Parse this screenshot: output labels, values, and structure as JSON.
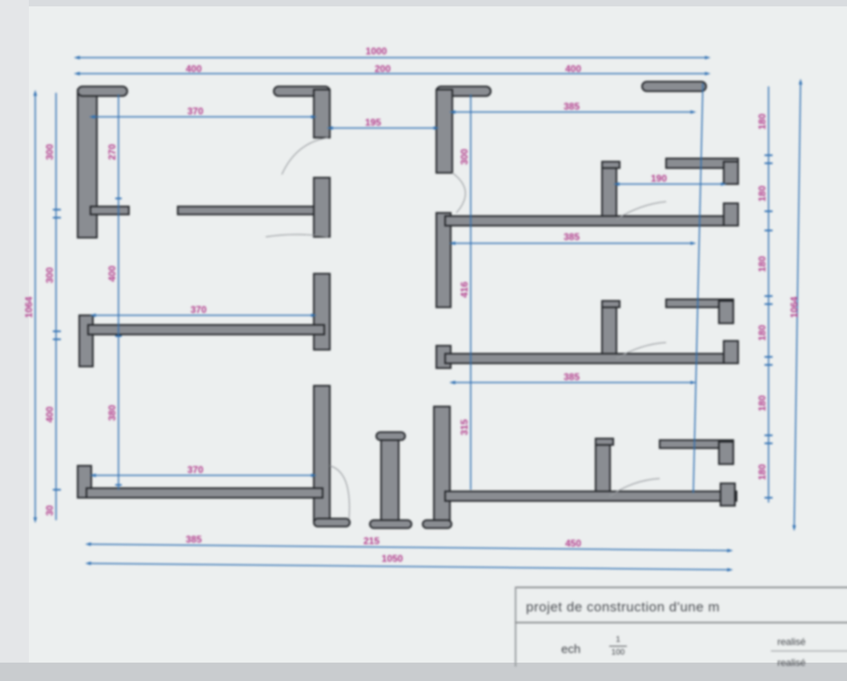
{
  "colors": {
    "dimension_line": "#2e6fb2",
    "dimension_text": "#b03a8a",
    "wall_fill": "#7f8287",
    "wall_edge": "#2a2c30",
    "paper": "#ecefef"
  },
  "dimensions": {
    "top_total": "1000",
    "top_left": "400",
    "top_mid": "200",
    "top_right": "400",
    "room_a_width": "370",
    "corridor_width": "195",
    "room_b_width": "385",
    "room_c_width": "190",
    "room_d_width": "385",
    "room_e_width": "370",
    "room_f_width": "385",
    "room_g_width": "370",
    "bottom_left": "385",
    "bottom_mid": "215",
    "bottom_right": "450",
    "bottom_total": "1050",
    "left_total": "1064",
    "left_seg_1": "300",
    "left_seg_2": "300",
    "left_seg_3": "400",
    "left_seg_4": "30",
    "left_inner_1": "270",
    "left_inner_2": "400",
    "left_inner_3": "380",
    "mid_seg_1": "300",
    "mid_seg_2": "416",
    "mid_seg_3": "315",
    "right_total": "1064",
    "right_seg_1": "180",
    "right_seg_2": "180",
    "right_seg_3": "180",
    "right_seg_4": "180",
    "right_seg_5": "180",
    "right_seg_6": "180"
  },
  "title_block": {
    "project": "projet de construction d'une m",
    "scale_prefix": "ech",
    "scale_num": "1",
    "scale_den": "100",
    "info_line_1": "realisé",
    "info_line_2": "realisé"
  }
}
